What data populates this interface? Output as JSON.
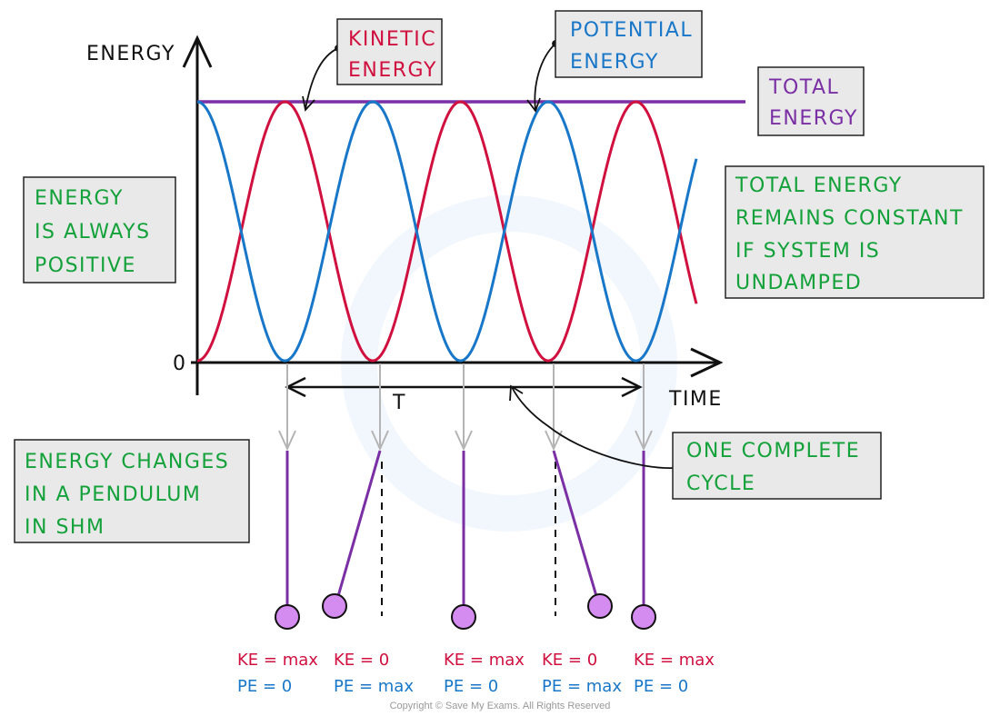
{
  "axes": {
    "y_label": "ENERGY",
    "x_label": "TIME",
    "origin_label": "0",
    "period_label": "T"
  },
  "callouts": {
    "kinetic": [
      "KINETIC",
      "ENERGY"
    ],
    "potential": [
      "POTENTIAL",
      "ENERGY"
    ],
    "total": [
      "TOTAL",
      "ENERGY"
    ],
    "positive": [
      "ENERGY",
      "IS  ALWAYS",
      "POSITIVE"
    ],
    "constant": [
      "TOTAL  ENERGY",
      "REMAINS  CONSTANT",
      "IF  SYSTEM  IS",
      "UNDAMPED"
    ],
    "pendulum": [
      "ENERGY  CHANGES",
      "IN  A  PENDULUM",
      "IN  SHM"
    ],
    "cycle": [
      "ONE  COMPLETE",
      "CYCLE"
    ]
  },
  "pendulum_states": [
    {
      "ke": "KE = max",
      "pe": "PE = 0"
    },
    {
      "ke": "KE = 0",
      "pe": "PE = max"
    },
    {
      "ke": "KE = max",
      "pe": "PE = 0"
    },
    {
      "ke": "KE = 0",
      "pe": "PE = max"
    },
    {
      "ke": "KE = max",
      "pe": "PE = 0"
    }
  ],
  "copyright": "Copyright © Save My Exams. All Rights Reserved",
  "colors": {
    "kinetic": "#d0103f",
    "potential": "#1877c8",
    "total": "#7a2fa5",
    "green_text": "#13a13a",
    "box_fill": "#e9e9e9",
    "bob": "#d58cf0",
    "grey_arrow": "#b4b4b4"
  }
}
